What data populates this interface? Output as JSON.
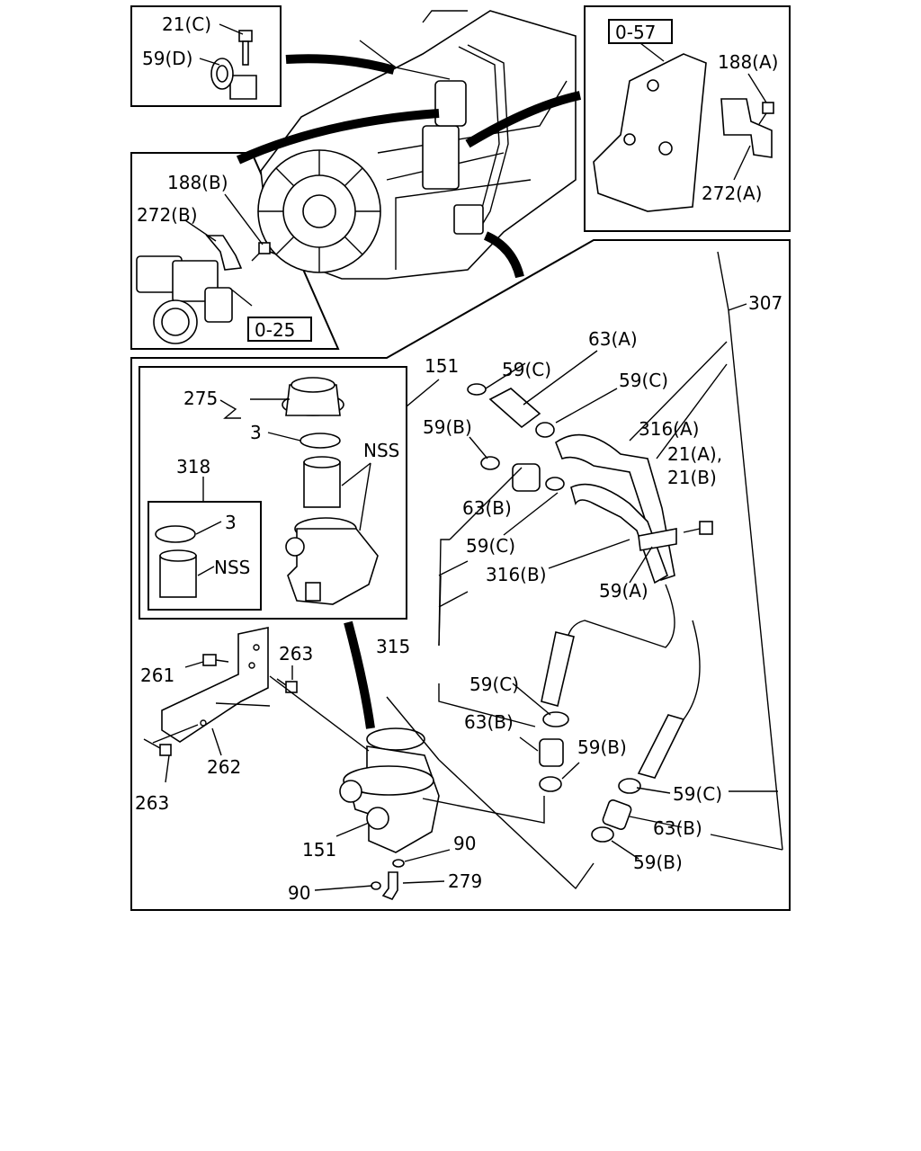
{
  "labels": {
    "ins1_21c": "21(C)",
    "ins1_59d": "59(D)",
    "ins2_057": "0-57",
    "ins2_188a": "188(A)",
    "ins2_272a": "272(A)",
    "ins3_188b": "188(B)",
    "ins3_272b": "272(B)",
    "ins3_025": "0-25",
    "l307": "307",
    "l151_top": "151",
    "l63a": "63(A)",
    "l59c_1": "59(C)",
    "l59c_2": "59(C)",
    "l59b_1": "59(B)",
    "l316a": "316(A)",
    "l21a": "21(A),",
    "l21b": "21(B)",
    "l63b_1": "63(B)",
    "l59c_3": "59(C)",
    "l316b": "316(B)",
    "l59a": "59(A)",
    "l315": "315",
    "l59c_4": "59(C)",
    "l63b_2": "63(B)",
    "l59b_2": "59(B)",
    "l59c_5": "59(C)",
    "l63b_3": "63(B)",
    "l59b_3": "59(B)",
    "l275": "275",
    "l3_1": "3",
    "lnss_1": "NSS",
    "l318": "318",
    "l3_2": "3",
    "lnss_2": "NSS",
    "l261": "261",
    "l263_1": "263",
    "l262": "262",
    "l263_2": "263",
    "l151_bot": "151",
    "l90_1": "90",
    "l90_2": "90",
    "l279": "279"
  }
}
